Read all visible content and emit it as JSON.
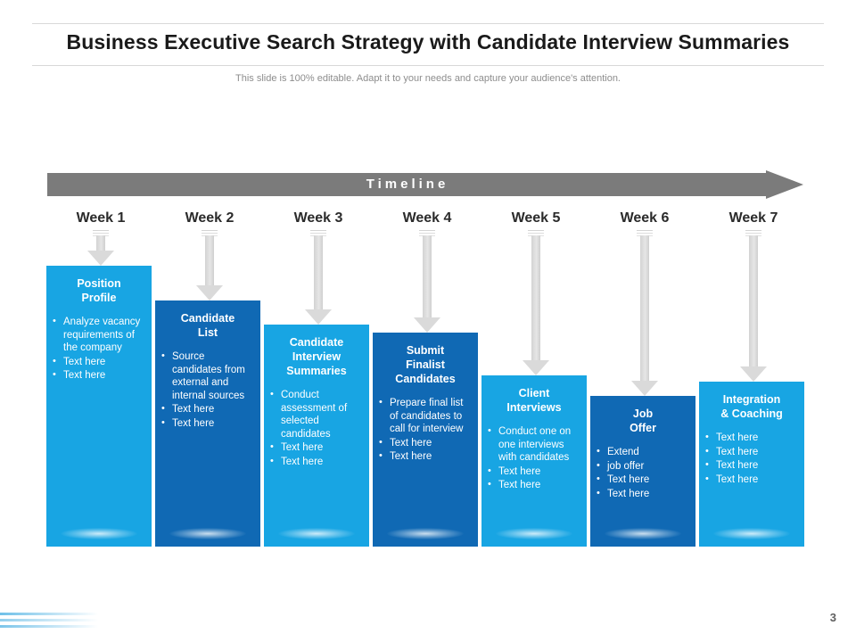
{
  "header": {
    "title": "Business Executive Search Strategy with Candidate Interview Summaries",
    "subtitle": "This slide is 100% editable. Adapt it to your needs and capture your audience's attention."
  },
  "timeline": {
    "label": "Timeline"
  },
  "footer": {
    "page_number": "3"
  },
  "colors": {
    "tone_light": "#18a5e3",
    "tone_dark": "#1069b4",
    "timeline_gray": "#7b7b7b",
    "arrow_gray": "#dadada",
    "title_text": "#1a1a1a",
    "subtitle_text": "#8d8d8d"
  },
  "columns": [
    {
      "week": "Week 1",
      "tone": "light",
      "title": "Position Profile",
      "title_lines": [
        "Position",
        "Profile"
      ],
      "bullets": [
        "Analyze vacancy requirements of the company",
        "Text here",
        "Text here"
      ]
    },
    {
      "week": "Week 2",
      "tone": "dark",
      "title": "Candidate List",
      "title_lines": [
        "Candidate",
        "List"
      ],
      "bullets": [
        "Source candidates from external and internal sources",
        "Text here",
        "Text here"
      ]
    },
    {
      "week": "Week 3",
      "tone": "light",
      "title": "Candidate Interview Summaries",
      "title_lines": [
        "Candidate",
        "Interview",
        "Summaries"
      ],
      "bullets": [
        "Conduct assessment of selected candidates",
        "Text here",
        "Text here"
      ]
    },
    {
      "week": "Week 4",
      "tone": "dark",
      "title": "Submit Finalist Candidates",
      "title_lines": [
        "Submit",
        "Finalist",
        "Candidates"
      ],
      "bullets": [
        "Prepare final list of candidates to call for interview",
        "Text here",
        "Text here"
      ]
    },
    {
      "week": "Week 5",
      "tone": "light",
      "title": "Client Interviews",
      "title_lines": [
        "Client",
        "Interviews"
      ],
      "bullets": [
        "Conduct one on one interviews with candidates",
        "Text here",
        "Text here"
      ]
    },
    {
      "week": "Week 6",
      "tone": "dark",
      "title": "Job Offer",
      "title_lines": [
        "Job",
        "Offer"
      ],
      "bullets": [
        "Extend",
        "job offer",
        "Text here",
        "Text here"
      ]
    },
    {
      "week": "Week 7",
      "tone": "light",
      "title": "Integration & Coaching",
      "title_lines": [
        "Integration",
        "& Coaching"
      ],
      "bullets": [
        "Text here",
        "Text here",
        "Text here",
        "Text here"
      ]
    }
  ],
  "layout": {
    "column_left": [
      52,
      174,
      296,
      418,
      540,
      662,
      784
    ],
    "card_top": [
      298,
      337,
      364,
      373,
      421,
      444,
      428
    ],
    "card_bottom": 613
  }
}
